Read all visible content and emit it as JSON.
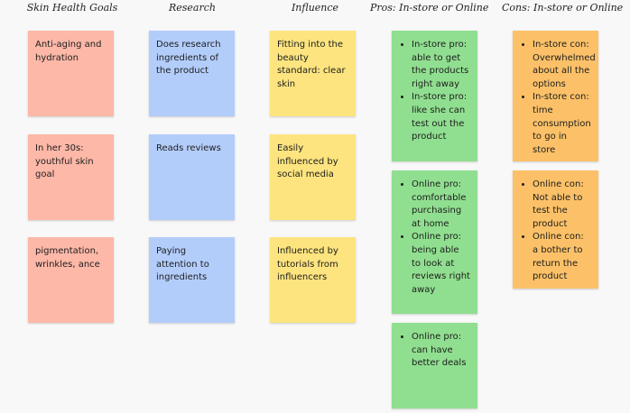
{
  "headers": {
    "skin_goals": "Skin Health Goals",
    "research": "Research",
    "influence": "Influence",
    "pros": "Pros: In-store or Online",
    "cons": "Cons: In-store or Online"
  },
  "skin_goals": [
    "Anti-aging and hydration",
    "In her 30s: youthful skin goal",
    "pigmentation, wrinkles, ance"
  ],
  "research": [
    "Does research ingredients of the product",
    "Reads reviews",
    "Paying attention to ingredients"
  ],
  "influence": [
    "Fitting into the beauty standard: clear skin",
    "Easily influenced by social media",
    "Influenced by tutorials from influencers"
  ],
  "pros": [
    [
      "In-store pro: able to get the products right away",
      "In-store pro: like she can test out the product"
    ],
    [
      "Online pro: comfortable purchasing at home",
      "Online pro: being able to look at reviews right away"
    ],
    [
      "Online pro: can have better deals"
    ]
  ],
  "cons": [
    [
      "In-store con: Overwhelmed about all the options",
      "In-store con: time consumption to go in store"
    ],
    [
      "Online con: Not able to test the product",
      "Online con: a bother to return the product"
    ]
  ],
  "colors": {
    "skin_goals": "#fdb8a8",
    "research": "#b3cdfb",
    "influence": "#fde47f",
    "pros": "#90df90",
    "cons": "#fcc168"
  }
}
